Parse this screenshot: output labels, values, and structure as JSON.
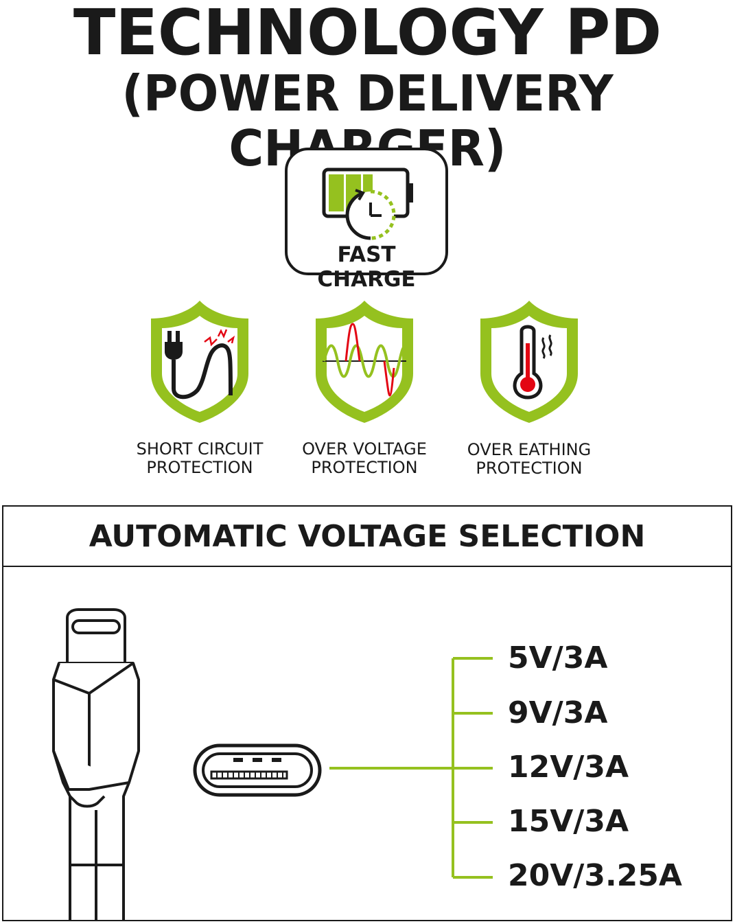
{
  "header": {
    "line1": "TECHNOLOGY PD",
    "line2": "(POWER DELIVERY CHARGER)"
  },
  "fast_charge": {
    "label": "FAST CHARGE",
    "icon": "battery-clock-icon"
  },
  "protections": [
    {
      "line1": "SHORT CIRCUIT",
      "line2": "PROTECTION",
      "icon": "plug-spark-shield-icon"
    },
    {
      "line1": "OVER VOLTAGE",
      "line2": "PROTECTION",
      "icon": "sine-wave-shield-icon"
    },
    {
      "line1": "OVER EATHING",
      "line2": "PROTECTION",
      "icon": "thermometer-shield-icon"
    }
  ],
  "voltage_section": {
    "title": "AUTOMATIC VOLTAGE SELECTION",
    "options": [
      "5V/3A",
      "9V/3A",
      "12V/3A",
      "15V/3A",
      "20V/3.25A"
    ]
  },
  "colors": {
    "accent_green": "#95c11f",
    "warning_red": "#e30613",
    "ink": "#1a1a1a"
  }
}
